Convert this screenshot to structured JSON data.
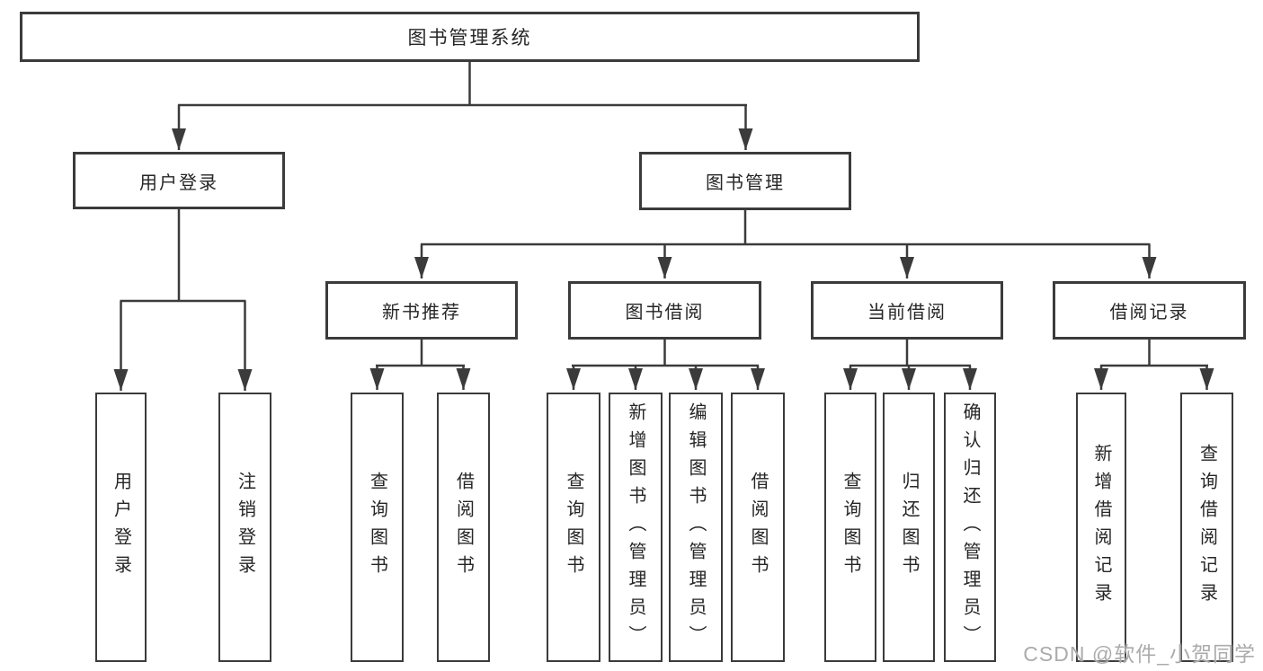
{
  "tree": {
    "root": {
      "label": "图书管理系统"
    },
    "branches": [
      {
        "label": "用户登录",
        "children": [
          {
            "label": "用户登录"
          },
          {
            "label": "注销登录"
          }
        ]
      },
      {
        "label": "图书管理",
        "children": [
          {
            "label": "新书推荐",
            "children": [
              {
                "label": "查询图书"
              },
              {
                "label": "借阅图书"
              }
            ]
          },
          {
            "label": "图书借阅",
            "children": [
              {
                "label": "查询图书"
              },
              {
                "label": "新增图书（管理员）"
              },
              {
                "label": "编辑图书（管理员）"
              },
              {
                "label": "借阅图书"
              }
            ]
          },
          {
            "label": "当前借阅",
            "children": [
              {
                "label": "查询图书"
              },
              {
                "label": "归还图书"
              },
              {
                "label": "确认归还（管理员）"
              }
            ]
          },
          {
            "label": "借阅记录",
            "children": [
              {
                "label": "新增借阅记录"
              },
              {
                "label": "查询借阅记录"
              }
            ]
          }
        ]
      }
    ]
  },
  "watermark": {
    "text": "CSDN @软件_小贺同学"
  },
  "colors": {
    "line": "#3b3b3b",
    "box_border": "#3b3b3b",
    "text": "#262626",
    "background": "#ffffff",
    "watermark": "#ababab"
  }
}
